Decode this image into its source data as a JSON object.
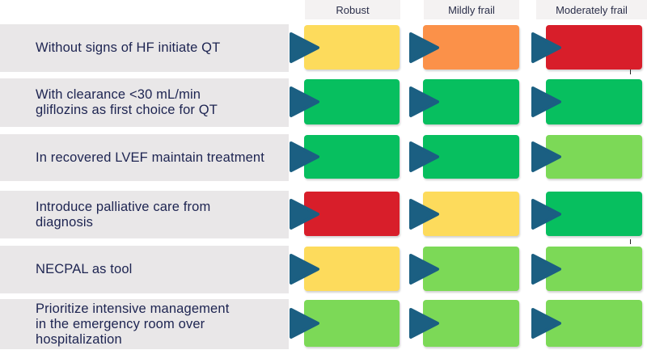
{
  "columns": [
    "Robust",
    "Mildly frail",
    "Moderately frail"
  ],
  "rows": [
    {
      "label": "Without signs of HF initiate QT",
      "levels": [
        "yellow",
        "orange",
        "red"
      ]
    },
    {
      "label": "With clearance <30 mL/min\ngliflozins as first choice for QT",
      "levels": [
        "green",
        "green",
        "green"
      ]
    },
    {
      "label": "In recovered LVEF maintain treatment",
      "levels": [
        "green",
        "green",
        "light-green"
      ]
    },
    {
      "label": "Introduce palliative care from\ndiagnosis",
      "levels": [
        "red",
        "yellow",
        "green"
      ]
    },
    {
      "label": "NECPAL as tool",
      "levels": [
        "yellow",
        "light-green",
        "light-green"
      ]
    },
    {
      "label": "Prioritize intensive management\nin the emergency room over\nhospitalization",
      "levels": [
        "light-green",
        "light-green",
        "light-green"
      ]
    }
  ],
  "colors": {
    "yellow": "#fddb5c",
    "orange": "#fb9149",
    "red": "#d81e2a",
    "green": "#07bf5f",
    "light-green": "#7cd957",
    "arrow": "#1b5f82",
    "label_text": "#1d2451",
    "label_bg": "#e9e7e8"
  },
  "icons": {
    "row_marker": "play-arrow-icon"
  }
}
